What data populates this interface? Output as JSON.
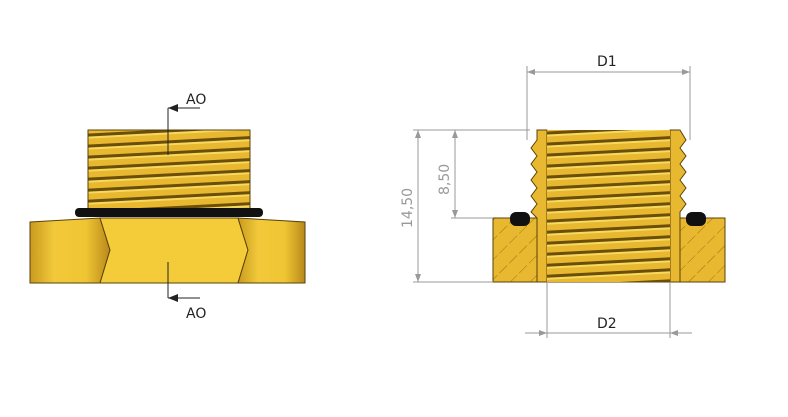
{
  "left_view": {
    "section_label_top": "AO",
    "section_label_bottom": "AO"
  },
  "right_view": {
    "diameter_outer_label": "D1",
    "diameter_inner_label": "D2",
    "total_height": "14,50",
    "thread_height": "8,50"
  },
  "colors": {
    "brass": "#e8b830",
    "brass_dark": "#8a6a10",
    "seal": "#111111",
    "dimension": "#999999"
  }
}
